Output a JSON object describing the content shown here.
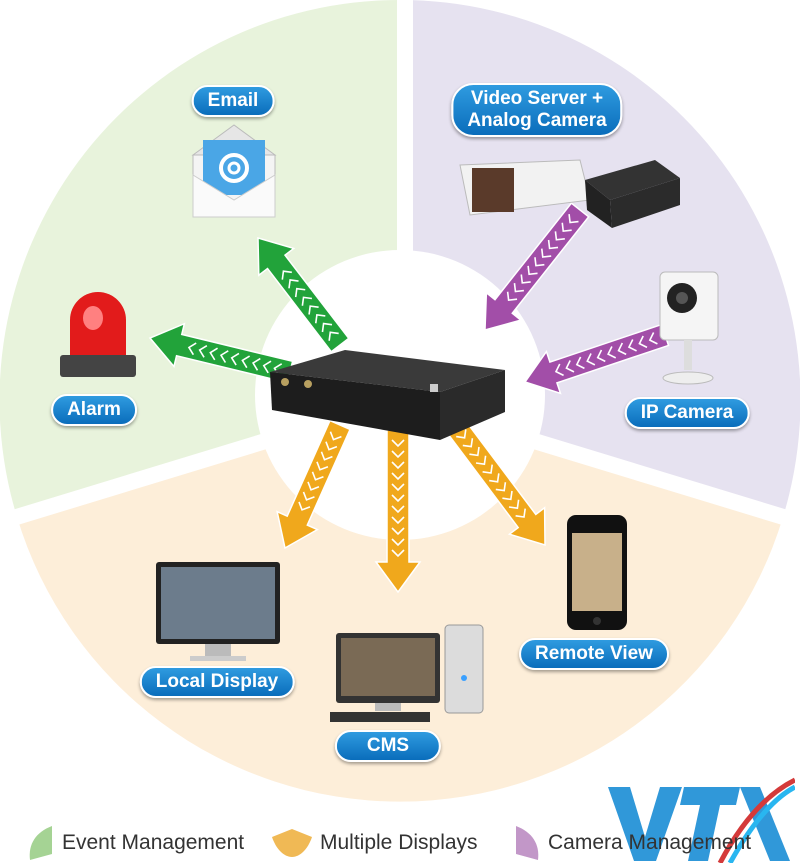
{
  "labels": {
    "email": "Email",
    "video_server_line1": "Video Server +",
    "video_server_line2": "Analog Camera",
    "alarm": "Alarm",
    "ip_camera": "IP Camera",
    "local_display": "Local Display",
    "remote_view": "Remote View",
    "cms": "CMS"
  },
  "legend": [
    {
      "label": "Event Management",
      "color": "#a5d394"
    },
    {
      "label": "Multiple Displays",
      "color": "#f0b955"
    },
    {
      "label": "Camera Management",
      "color": "#c297c8"
    }
  ],
  "colors": {
    "event_sector": "#e8f3dc",
    "display_sector": "#fdeed9",
    "camera_sector": "#e6e2f0",
    "green_arrow": "#22a33a",
    "purple_arrow": "#a24ea8",
    "orange_arrow": "#f0a81c",
    "pill": "#1479c8"
  },
  "logo_text": "VTX"
}
